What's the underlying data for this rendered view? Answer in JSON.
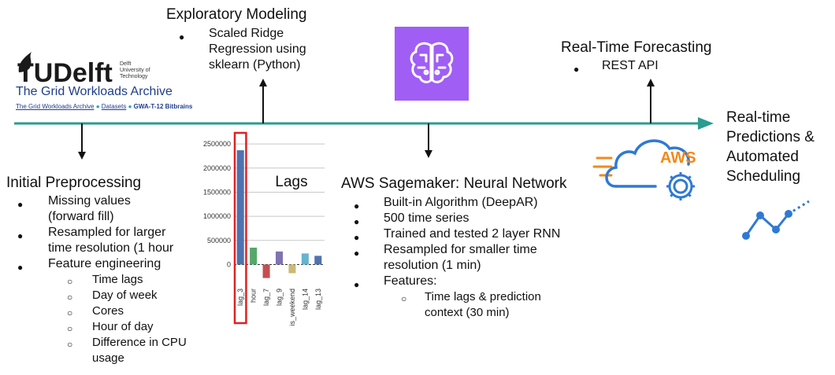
{
  "logo": {
    "tu_text": "TUDelft",
    "tu_small": [
      "Delft",
      "University of",
      "Technology"
    ],
    "archive_title": "The Grid Workloads Archive",
    "breadcrumb": [
      "The Grid Workloads Archive",
      "Datasets",
      "GWA-T-12 Bitbrains"
    ]
  },
  "exploratory": {
    "title": "Exploratory Modeling",
    "bullets": [
      "Scaled Ridge",
      "Regression using",
      "sklearn (Python)"
    ]
  },
  "realtime_forecasting": {
    "title": "Real-Time Forecasting",
    "bullets": [
      "REST API"
    ]
  },
  "end_label": [
    "Real-time",
    "Predictions &",
    "Automated",
    "Scheduling"
  ],
  "preprocessing": {
    "title": "Initial Preprocessing",
    "items": [
      {
        "lines": [
          "Missing values",
          "(forward fill)"
        ]
      },
      {
        "lines": [
          "Resampled for larger",
          "time resolution (1 hour"
        ]
      },
      {
        "lines": [
          "Feature engineering"
        ]
      }
    ],
    "sub": [
      {
        "lines": [
          "Time lags"
        ]
      },
      {
        "lines": [
          "Day of week"
        ]
      },
      {
        "lines": [
          "Cores"
        ]
      },
      {
        "lines": [
          "Hour of day"
        ]
      },
      {
        "lines": [
          "Difference in CPU",
          "usage"
        ]
      }
    ]
  },
  "sagemaker": {
    "title": "AWS Sagemaker: Neural Network",
    "items": [
      {
        "lines": [
          "Built-in Algorithm (DeepAR)"
        ]
      },
      {
        "lines": [
          "500 time series"
        ]
      },
      {
        "lines": [
          "Trained and tested 2 layer RNN"
        ]
      },
      {
        "lines": [
          "Resampled for smaller time",
          "resolution (1 min)"
        ]
      },
      {
        "lines": [
          "Features:"
        ]
      }
    ],
    "sub": [
      {
        "lines": [
          "Time lags & prediction",
          "context (30 min)"
        ]
      }
    ]
  },
  "aws_logo_text": "AWS",
  "colors": {
    "timeline": "#2a9d8f",
    "sagemaker_bg": "#a05ef5",
    "aws_orange": "#f08a1c",
    "cloud_blue": "#2f79d4",
    "highlight": "#e02020"
  },
  "chart_data": {
    "type": "bar",
    "title": "Lags",
    "categories": [
      "lag_3",
      "hour",
      "lag_7",
      "lag_9",
      "is_weekend",
      "lag_14",
      "lag_13"
    ],
    "values": [
      2370000,
      350000,
      -280000,
      270000,
      -180000,
      230000,
      180000
    ],
    "colors": [
      "#4f72b0",
      "#55a868",
      "#c44e52",
      "#8172b2",
      "#ccb974",
      "#64b5cd",
      "#4f72b0"
    ],
    "yticks": [
      0,
      500000,
      1000000,
      1500000,
      2000000,
      2500000
    ],
    "ylim": [
      -400000,
      2600000
    ],
    "highlighted_category": "lag_3"
  }
}
